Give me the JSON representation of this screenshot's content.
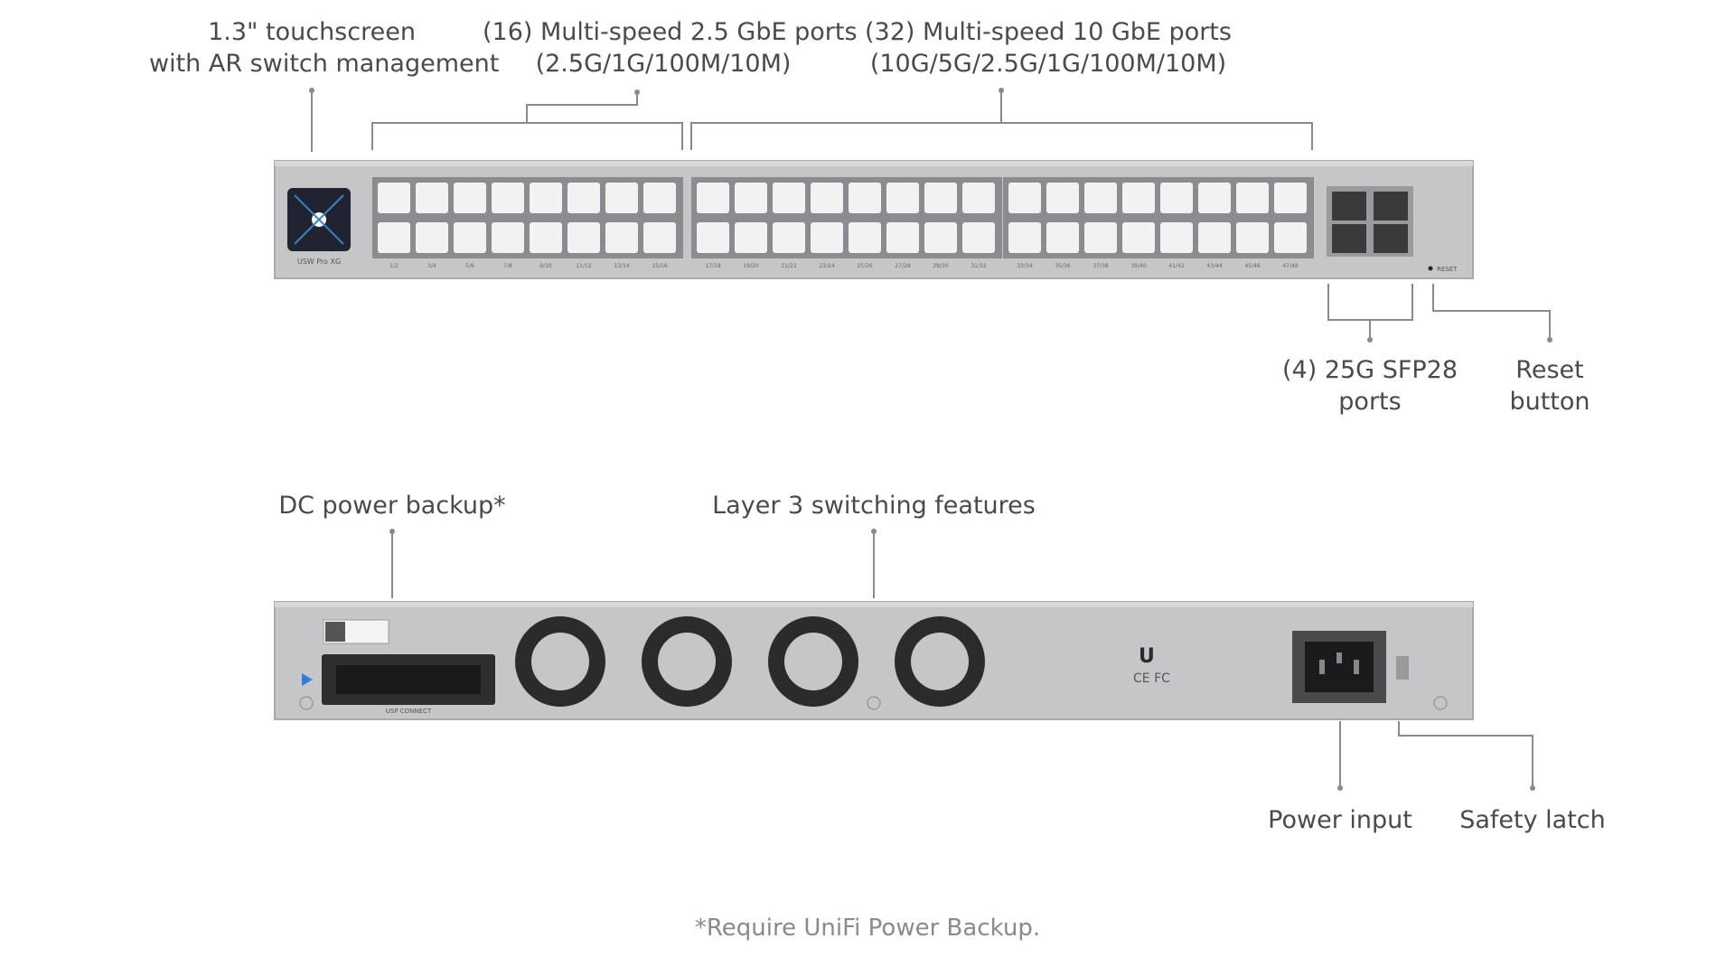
{
  "front_labels": {
    "touchscreen": [
      "1.3\" touchscreen",
      "with AR switch management"
    ],
    "ports_25": [
      "(16) Multi-speed 2.5 GbE ports",
      "(2.5G/1G/100M/10M)"
    ],
    "ports_10": [
      "(32) Multi-speed 10 GbE ports",
      "(10G/5G/2.5G/1G/100M/10M)"
    ],
    "sfp28": [
      "(4) 25G SFP28",
      "ports"
    ],
    "reset": [
      "Reset",
      "button"
    ]
  },
  "rear_labels": {
    "dc_backup": "DC power backup*",
    "layer3": "Layer 3 switching features",
    "power_input": "Power input",
    "safety_latch": "Safety latch"
  },
  "device": {
    "model_label": "USW Pro XG",
    "reset_text": "RESET",
    "usp_connect": "USP CONNECT",
    "rear_logo": "U",
    "cert_text": "CE FC",
    "port_numbers": [
      "1/2",
      "3/4",
      "5/6",
      "7/8",
      "9/10",
      "11/12",
      "13/14",
      "15/16",
      "17/18",
      "19/20",
      "21/22",
      "23/24",
      "25/26",
      "27/28",
      "29/30",
      "31/32",
      "33/34",
      "35/36",
      "37/38",
      "39/40",
      "41/42",
      "43/44",
      "45/46",
      "47/48"
    ]
  },
  "footnote": "*Require UniFi Power Backup.",
  "colors": {
    "chassis": "#c6c6c8",
    "chassis_edge": "#a9a9ac",
    "port_bay": "#8c8c90",
    "port": "#f2f2f2",
    "fan": "#2b2b2d",
    "leader": "#8a8a8a"
  }
}
